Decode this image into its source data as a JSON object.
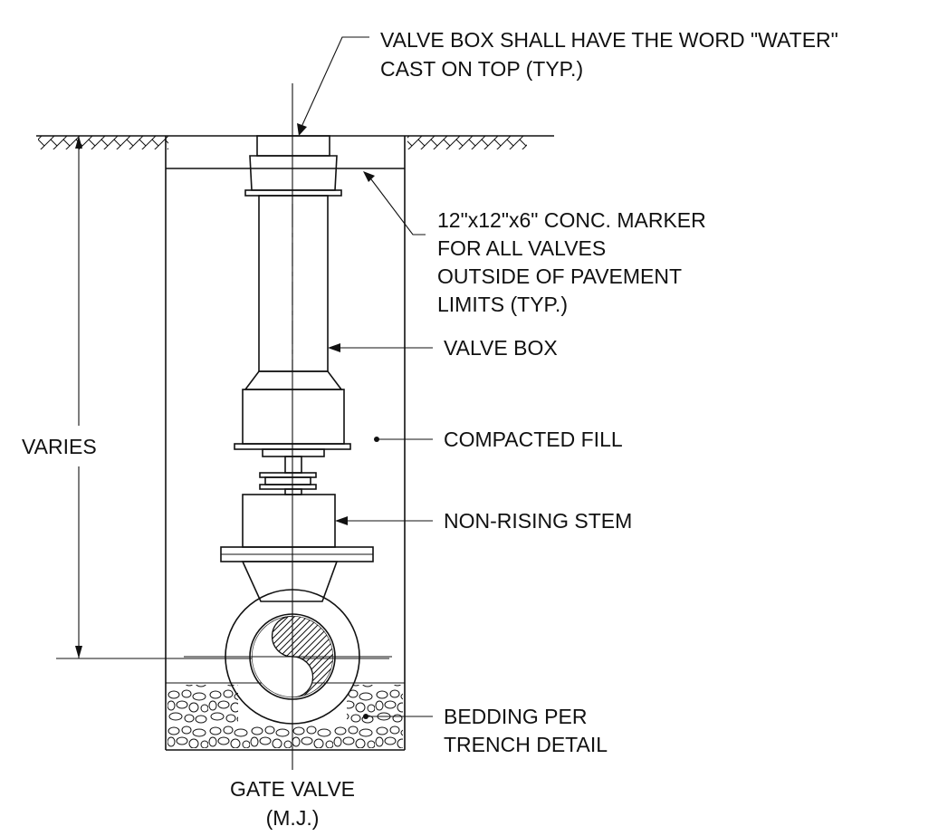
{
  "labels": {
    "valve_box_top_line1": "VALVE BOX SHALL HAVE THE WORD \"WATER\"",
    "valve_box_top_line2": "CAST ON TOP (TYP.)",
    "marker_line1": "12\"x12\"x6\" CONC. MARKER",
    "marker_line2": "FOR ALL VALVES",
    "marker_line3": "OUTSIDE OF PAVEMENT",
    "marker_line4": "LIMITS (TYP.)",
    "valve_box": "VALVE BOX",
    "compacted_fill": "COMPACTED FILL",
    "non_rising_stem": "NON-RISING STEM",
    "bedding_line1": "BEDDING PER",
    "bedding_line2": "TRENCH DETAIL",
    "gate_valve_line1": "GATE VALVE",
    "gate_valve_line2": "(M.J.)",
    "varies": "VARIES"
  },
  "colors": {
    "ink": "#111111",
    "background": "#ffffff"
  }
}
